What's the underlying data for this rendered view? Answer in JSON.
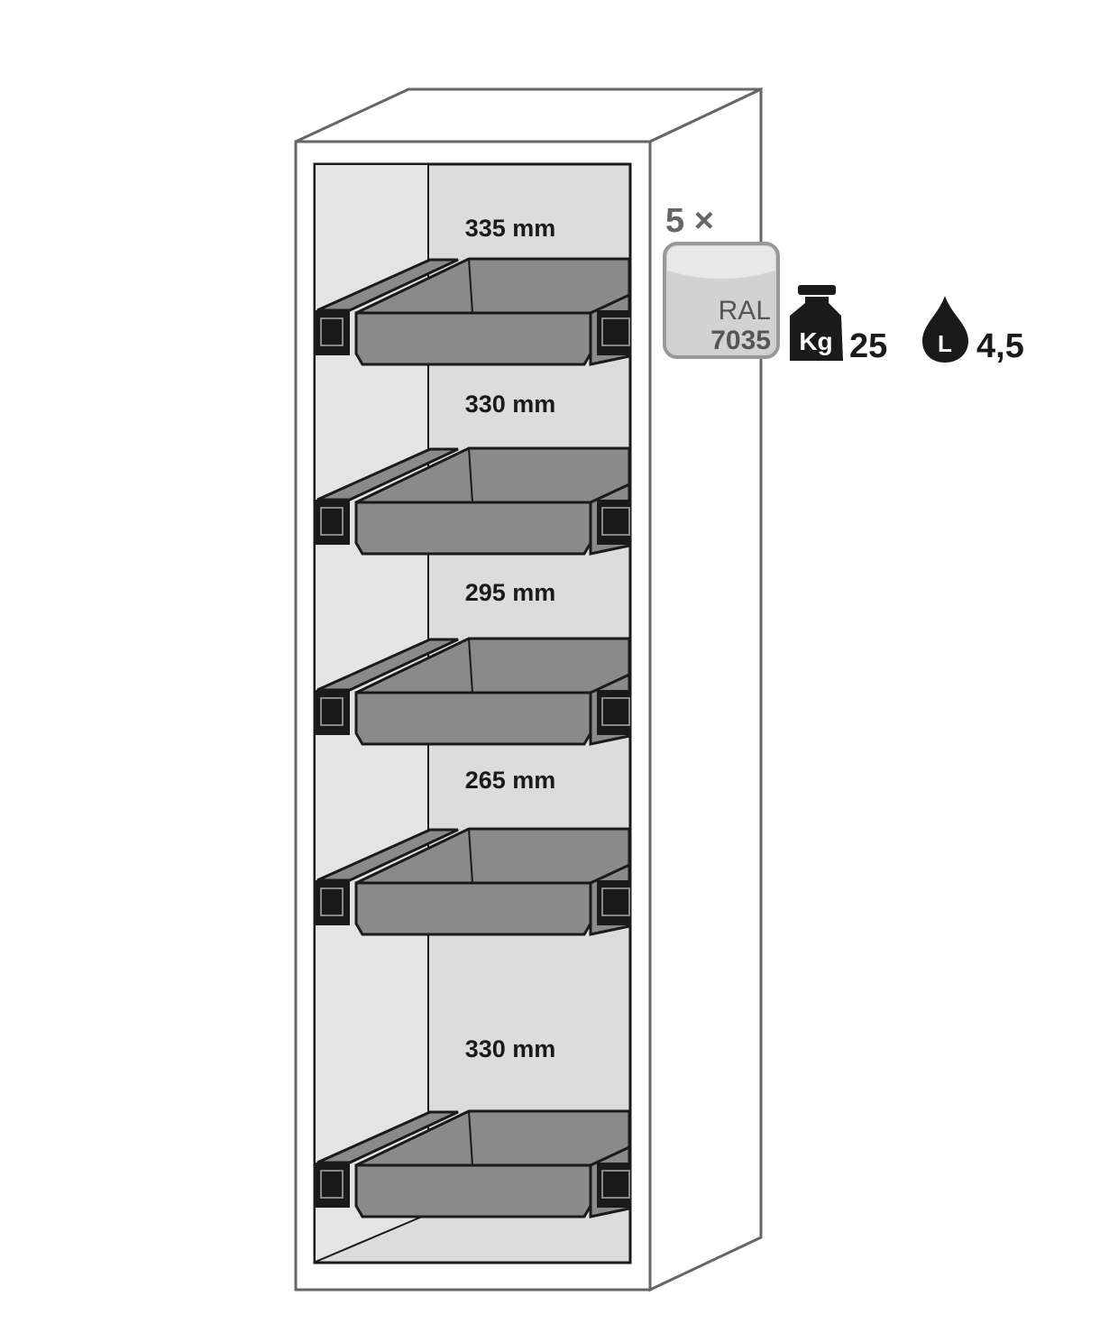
{
  "compartment_heights": [
    {
      "label": "335 mm"
    },
    {
      "label": "330 mm"
    },
    {
      "label": "295 mm"
    },
    {
      "label": "265 mm"
    },
    {
      "label": "330 mm"
    }
  ],
  "drawer_count_label": "5 ×",
  "color_swatch": {
    "line1": "RAL",
    "line2": "7035",
    "color": "#d2d2d2"
  },
  "load_capacity": {
    "icon": "kg-weight-icon",
    "icon_text": "Kg",
    "value": "25"
  },
  "volume": {
    "icon": "liquid-drop-icon",
    "icon_text": "L",
    "value": "4,5"
  },
  "colors": {
    "interior": "#dcdcdc",
    "drawer": "#8a8a8a",
    "outline": "#1a1a1a",
    "cabinet_edge": "#666666"
  }
}
